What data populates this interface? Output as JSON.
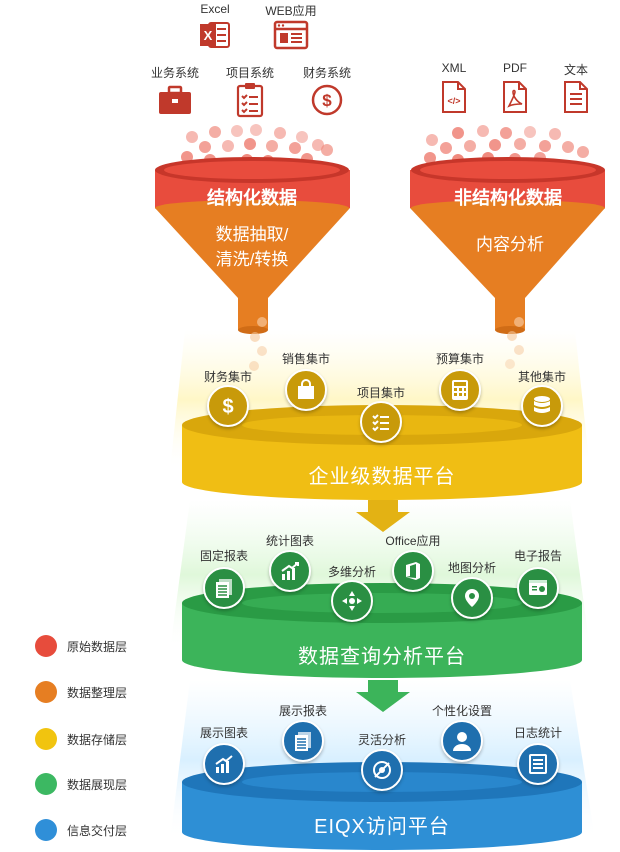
{
  "top_sources": {
    "structured": [
      {
        "label": "业务系统",
        "icon": "briefcase-icon"
      },
      {
        "label": "项目系统",
        "icon": "clipboard-icon"
      },
      {
        "label": "财务系统",
        "icon": "dollar-icon"
      }
    ],
    "apps": [
      {
        "label": "Excel",
        "icon": "excel-icon"
      },
      {
        "label": "WEB应用",
        "icon": "browser-icon"
      }
    ],
    "unstructured": [
      {
        "label": "XML",
        "icon": "xml-file-icon"
      },
      {
        "label": "PDF",
        "icon": "pdf-file-icon"
      },
      {
        "label": "文本",
        "icon": "text-file-icon"
      }
    ]
  },
  "funnels": {
    "left": {
      "title": "结构化数据",
      "sub_line1": "数据抽取/",
      "sub_line2": "清洗/转换"
    },
    "right": {
      "title": "非结构化数据",
      "sub_line1": "内容分析"
    }
  },
  "layers": {
    "storage": {
      "title": "企业级数据平台",
      "items": [
        {
          "label": "财务集市",
          "icon": "dollar-icon"
        },
        {
          "label": "销售集市",
          "icon": "shopping-bag-icon"
        },
        {
          "label": "项目集市",
          "icon": "checklist-icon"
        },
        {
          "label": "预算集市",
          "icon": "calculator-icon"
        },
        {
          "label": "其他集市",
          "icon": "database-icon"
        }
      ]
    },
    "query": {
      "title": "数据查询分析平台",
      "items": [
        {
          "label": "固定报表",
          "icon": "report-icon"
        },
        {
          "label": "统计图表",
          "icon": "bar-chart-icon"
        },
        {
          "label": "多维分析",
          "icon": "multidimension-icon"
        },
        {
          "label": "Office应用",
          "icon": "office-icon"
        },
        {
          "label": "地图分析",
          "icon": "map-pin-icon"
        },
        {
          "label": "电子报告",
          "icon": "e-report-icon"
        }
      ]
    },
    "access": {
      "title": "EIQX访问平台",
      "items": [
        {
          "label": "展示图表",
          "icon": "chart-icon"
        },
        {
          "label": "展示报表",
          "icon": "report-icon"
        },
        {
          "label": "灵活分析",
          "icon": "flexible-analysis-icon"
        },
        {
          "label": "个性化设置",
          "icon": "user-icon"
        },
        {
          "label": "日志统计",
          "icon": "log-icon"
        }
      ]
    }
  },
  "legend": [
    {
      "label": "原始数据层",
      "color": "#e74c3c"
    },
    {
      "label": "数据整理层",
      "color": "#e67e22"
    },
    {
      "label": "数据存储层",
      "color": "#f1c40f"
    },
    {
      "label": "数据展现层",
      "color": "#3cb862"
    },
    {
      "label": "信息交付层",
      "color": "#2f8fd8"
    }
  ],
  "colors": {
    "red": "#e84c3d",
    "orange": "#e67e22",
    "yellow": "#f0be14",
    "yellow_dark": "#c89a0a",
    "green": "#3cb45a",
    "green_dark": "#2a8f43",
    "blue": "#2e8fd5",
    "blue_dark": "#1f6fae",
    "dark_icon": "#333333"
  }
}
